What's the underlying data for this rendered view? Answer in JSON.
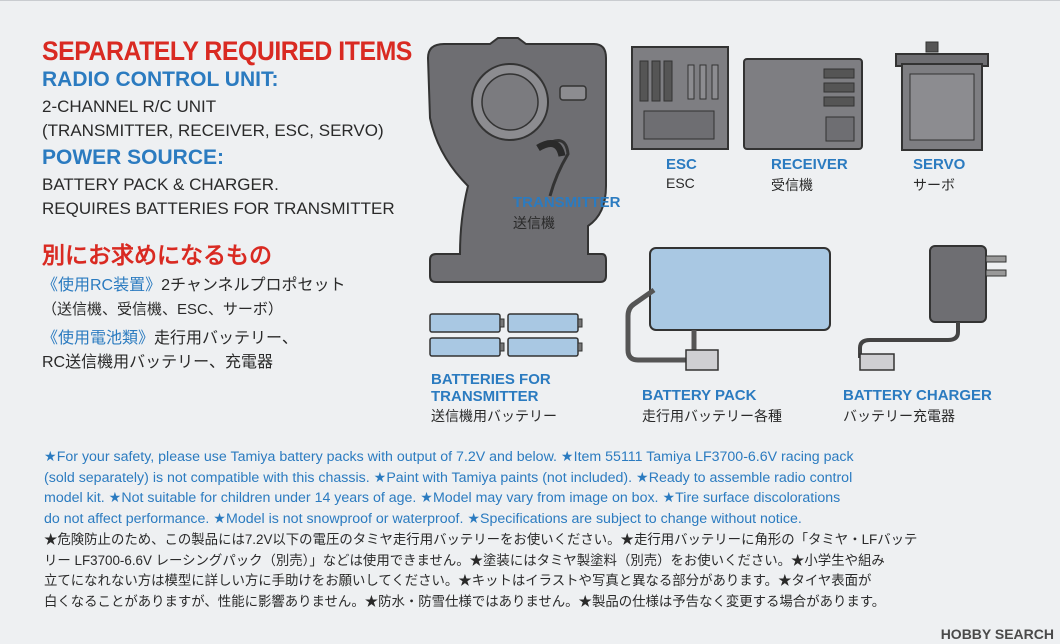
{
  "heading": "SEPARATELY REQUIRED ITEMS",
  "radio_control": {
    "title": "RADIO CONTROL UNIT:",
    "line1": "2-CHANNEL R/C UNIT",
    "line2": "(TRANSMITTER, RECEIVER, ESC, SERVO)"
  },
  "power": {
    "title": "POWER SOURCE:",
    "line1": "BATTERY PACK & CHARGER.",
    "line2": "REQUIRES BATTERIES FOR TRANSMITTER"
  },
  "jp": {
    "heading": "別にお求めになるもの",
    "rc_label": "《使用RC装置》",
    "rc_text": "2チャンネルプロポセット",
    "rc_sub": "（送信機、受信機、ESC、サーボ）",
    "battery_label": "《使用電池類》",
    "battery_text": "走行用バッテリー、",
    "battery_text2": "RC送信機用バッテリー、充電器"
  },
  "items": {
    "transmitter": {
      "en": "TRANSMITTER",
      "jp": "送信機"
    },
    "esc": {
      "en": "ESC",
      "jp": "ESC"
    },
    "receiver": {
      "en": "RECEIVER",
      "jp": "受信機"
    },
    "servo": {
      "en": "SERVO",
      "jp": "サーボ"
    },
    "batteries_tx": {
      "en1": "BATTERIES FOR",
      "en2": "TRANSMITTER",
      "jp": "送信機用バッテリー"
    },
    "battery_pack": {
      "en": "BATTERY PACK",
      "jp": "走行用バッテリー各種"
    },
    "battery_charger": {
      "en": "BATTERY CHARGER",
      "jp": "バッテリー充電器"
    }
  },
  "notes_en": [
    "★For your safety, please use Tamiya battery packs with output of 7.2V and below.  ★Item 55111 Tamiya LF3700-6.6V racing pack",
    "(sold separately) is not compatible with this chassis. ★Paint with Tamiya paints (not included). ★Ready to assemble radio control",
    "model kit. ★Not suitable for children under 14 years of age. ★Model may vary from image on box. ★Tire surface discolorations",
    "do not affect performance. ★Model is not snowproof or waterproof. ★Specifications are subject to change without notice."
  ],
  "notes_jp": [
    "★危険防止のため、この製品には7.2V以下の電圧のタミヤ走行用バッテリーをお使いください。★走行用バッテリーに角形の「タミヤ・LFバッテ",
    "リー LF3700-6.6V レーシングパック（別売）」などは使用できません。★塗装にはタミヤ製塗料（別売）をお使いください。★小学生や組み",
    "立てになれない方は模型に詳しい方に手助けをお願いしてください。★キットはイラストや写真と異なる部分があります。★タイヤ表面が",
    "白くなることがありますが、性能に影響ありません。★防水・防雪仕様ではありません。★製品の仕様は予告なく変更する場合があります。"
  ],
  "watermark": "HOBBY SEARCH"
}
